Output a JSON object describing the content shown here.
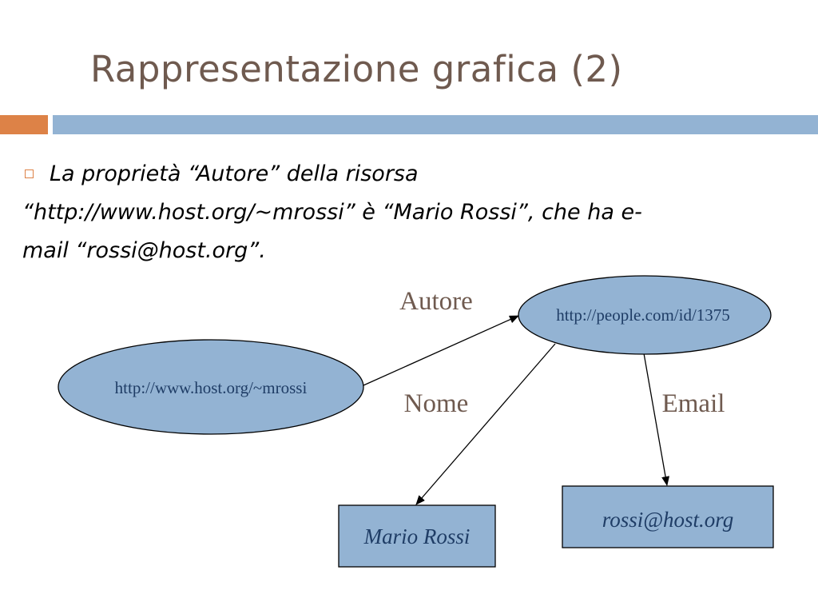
{
  "slide": {
    "title": "Rappresentazione grafica (2)",
    "bullet_lines": [
      "La proprietà “Autore” della risorsa",
      "“http://www.host.org/~mrossi” è “Mario Rossi”, che ha e-",
      "mail “rossi@host.org”."
    ]
  },
  "diagram": {
    "nodes": {
      "resource": {
        "label": "http://www.host.org/~mrossi",
        "shape": "ellipse"
      },
      "author": {
        "label": "http://people.com/id/1375",
        "shape": "ellipse"
      },
      "name": {
        "label": "Mario Rossi",
        "shape": "rectangle"
      },
      "email": {
        "label": "rossi@host.org",
        "shape": "rectangle"
      }
    },
    "edges": {
      "autore": {
        "label": "Autore",
        "from": "resource",
        "to": "author"
      },
      "nome": {
        "label": "Nome",
        "from": "author",
        "to": "name"
      },
      "email": {
        "label": "Email",
        "from": "author",
        "to": "email"
      }
    }
  },
  "colors": {
    "title": "#6f5a4f",
    "accent_orange": "#dd8247",
    "accent_blue": "#93b3d3",
    "node_fill": "#93b3d3",
    "node_text": "#1f3d66"
  }
}
